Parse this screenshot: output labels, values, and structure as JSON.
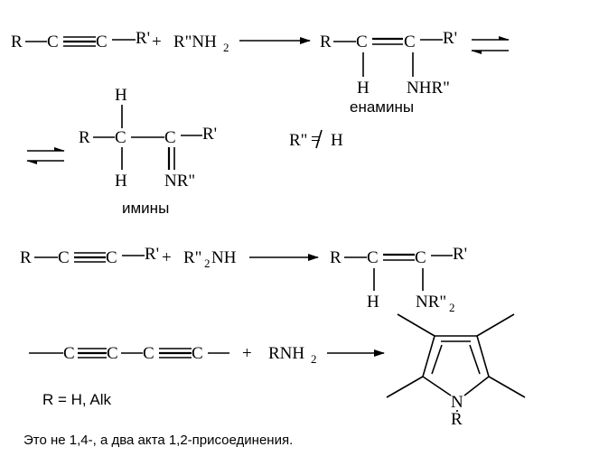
{
  "r1": {
    "R": "R",
    "C1": "C",
    "C2": "C",
    "R1": "R'",
    "plus": "+",
    "amine": "R\"NH",
    "amine_sub": "2",
    "p_R": "R",
    "p_C1": "C",
    "p_C2": "C",
    "p_R1": "R'",
    "p_H": "H",
    "p_N": "NHR\"",
    "label": "енамины"
  },
  "r2": {
    "H_top": "H",
    "H_bot": "H",
    "R": "R",
    "C1": "C",
    "C2": "C",
    "R1": "R'",
    "N": "NR\"",
    "label": "имины",
    "cond_left": "R\"",
    "cond_sym": "=",
    "cond_right": "H"
  },
  "r3": {
    "R": "R",
    "C1": "C",
    "C2": "C",
    "R1": "R'",
    "plus": "+",
    "amine_a": "R\"",
    "amine_sub": "2",
    "amine_b": "NH",
    "p_R": "R",
    "p_C1": "C",
    "p_C2": "C",
    "p_R1": "R'",
    "p_H": "H",
    "p_N": "NR\"",
    "p_N_sub": "2"
  },
  "r4": {
    "C1": "C",
    "C2": "C",
    "C3": "C",
    "C4": "C",
    "plus": "+",
    "amine": "RNH",
    "amine_sub": "2",
    "ring_N": "N",
    "ring_R": "R",
    "cond": "R = H, Alk"
  },
  "note": "Это не 1,4-, а два акта 1,2-присоединения."
}
